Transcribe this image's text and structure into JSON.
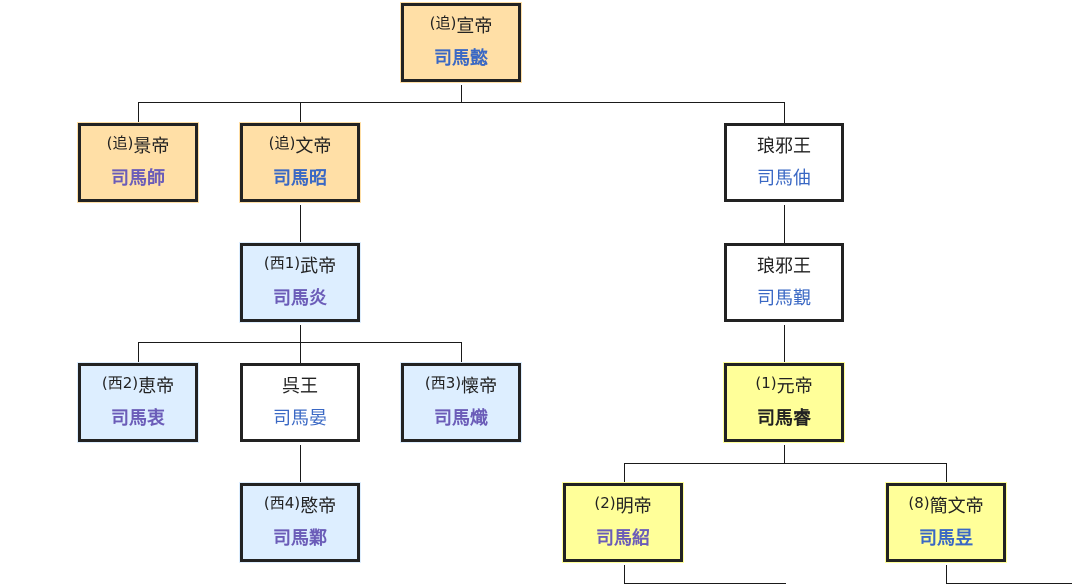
{
  "diagram": {
    "type": "family-tree",
    "colors": {
      "adopted_emperor_fill": "#ffdfa6",
      "western_jin_fill": "#ddeeff",
      "non_emperor_fill": "#ffffff",
      "eastern_jin_fill": "#ffff99",
      "name_blue": "#3a68c4",
      "name_purple": "#6b5cb8",
      "border": "#222222"
    },
    "nodes": {
      "xuan": {
        "prefix": "(追)",
        "title": "宣帝",
        "name": "司馬懿"
      },
      "jing": {
        "prefix": "(追)",
        "title": "景帝",
        "name": "司馬師"
      },
      "wen": {
        "prefix": "(追)",
        "title": "文帝",
        "name": "司馬昭"
      },
      "langya1": {
        "prefix": "",
        "title": "琅邪王",
        "name": "司馬伷"
      },
      "wu": {
        "prefix": "(西1)",
        "title": "武帝",
        "name": "司馬炎"
      },
      "langya2": {
        "prefix": "",
        "title": "琅邪王",
        "name": "司馬覲"
      },
      "hui": {
        "prefix": "(西2)",
        "title": "恵帝",
        "name": "司馬衷"
      },
      "wuwang": {
        "prefix": "",
        "title": "呉王",
        "name": "司馬晏"
      },
      "huai": {
        "prefix": "(西3)",
        "title": "懐帝",
        "name": "司馬熾"
      },
      "yuan": {
        "prefix": "(1)",
        "title": "元帝",
        "name": "司馬睿"
      },
      "min": {
        "prefix": "(西4)",
        "title": "愍帝",
        "name": "司馬鄴"
      },
      "ming": {
        "prefix": "(2)",
        "title": "明帝",
        "name": "司馬紹"
      },
      "jianwen": {
        "prefix": "(8)",
        "title": "簡文帝",
        "name": "司馬昱"
      }
    },
    "edges": [
      [
        "xuan",
        "jing"
      ],
      [
        "xuan",
        "wen"
      ],
      [
        "xuan",
        "langya1"
      ],
      [
        "wen",
        "wu"
      ],
      [
        "langya1",
        "langya2"
      ],
      [
        "wu",
        "hui"
      ],
      [
        "wu",
        "wuwang"
      ],
      [
        "wu",
        "huai"
      ],
      [
        "langya2",
        "yuan"
      ],
      [
        "wuwang",
        "min"
      ],
      [
        "yuan",
        "ming"
      ],
      [
        "yuan",
        "jianwen"
      ]
    ]
  }
}
